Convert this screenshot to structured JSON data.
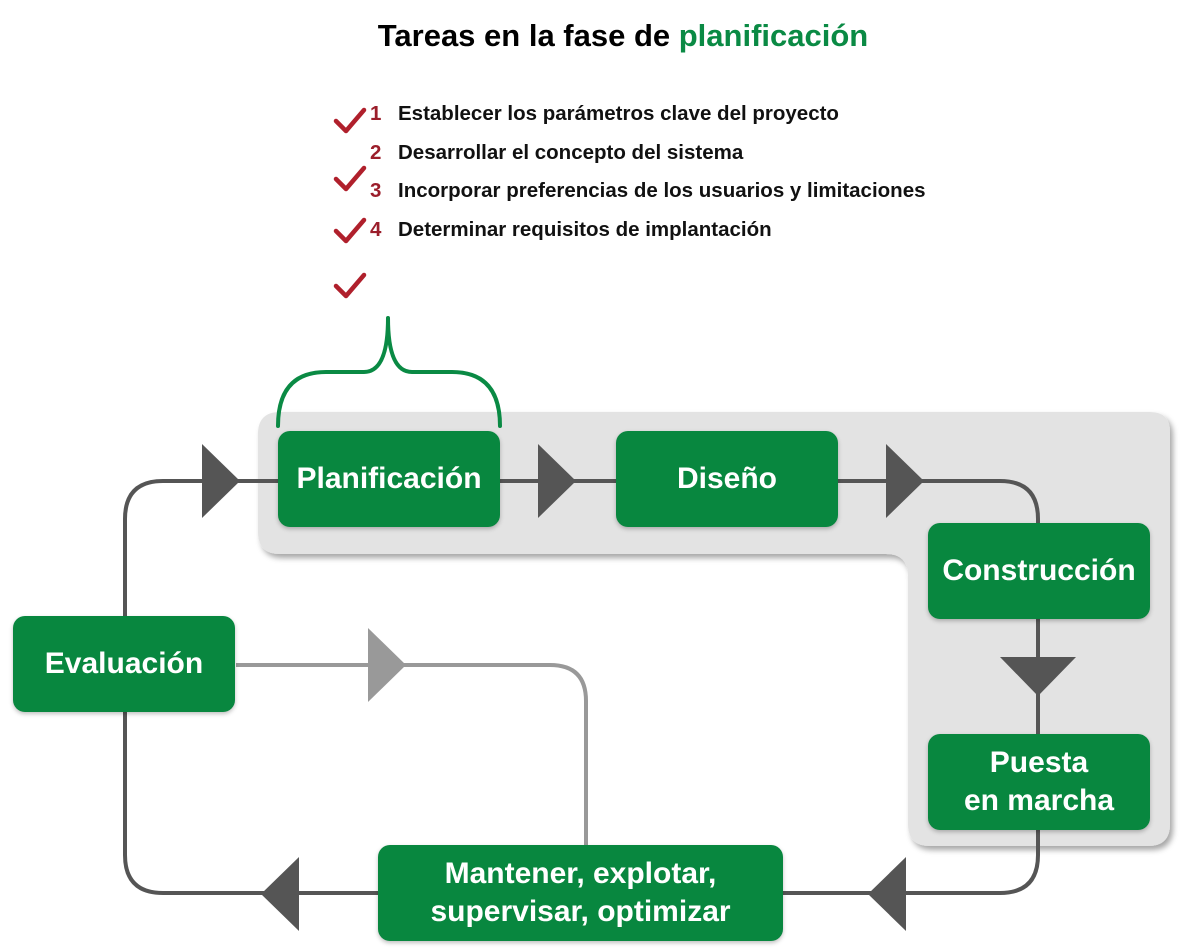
{
  "title": {
    "prefix": "Tareas en la fase de ",
    "highlight": "planificación"
  },
  "tasks": [
    {
      "number": "1",
      "text": "Establecer los parámetros clave del proyecto"
    },
    {
      "number": "2",
      "text": "Desarrollar el concepto del sistema"
    },
    {
      "number": "3",
      "text": "Incorporar preferencias de los usuarios y limitaciones"
    },
    {
      "number": "4",
      "text": "Determinar requisitos de implantación"
    }
  ],
  "stages": {
    "planificacion": "Planificación",
    "diseno": "Diseño",
    "construccion": "Construcción",
    "puesta_line1": "Puesta",
    "puesta_line2": "en marcha",
    "mantener_line1": "Mantener, explotar,",
    "mantener_line2": "supervisar, optimizar",
    "evaluacion": "Evaluación"
  },
  "colors": {
    "box_green": "#08873f",
    "accent_green": "#0a8a44",
    "number_red": "#9b1e2b",
    "check_red": "#b0202c",
    "connector": "#555555",
    "connector_light": "#999999",
    "highlight_panel": "#e3e3e3"
  }
}
